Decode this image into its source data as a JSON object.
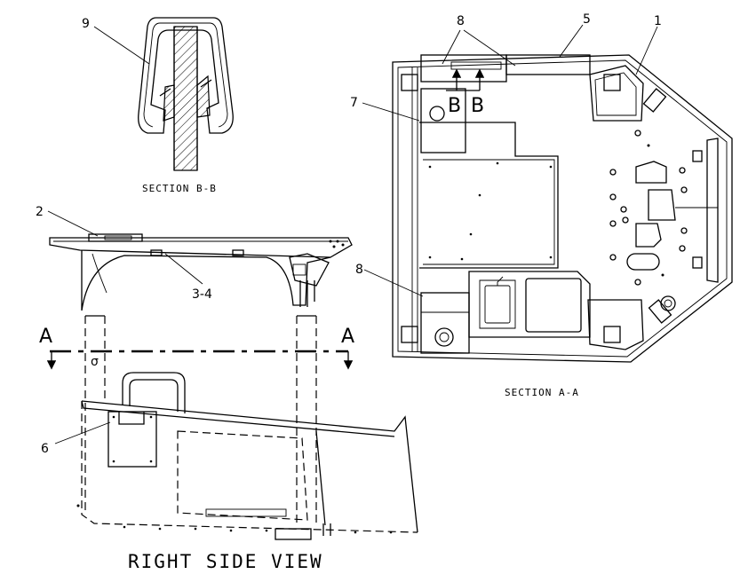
{
  "labels": {
    "callout_9": "9",
    "callout_8_top": "8",
    "callout_5": "5",
    "callout_1": "1",
    "callout_7": "7",
    "callout_2": "2",
    "callout_3_4": "3-4",
    "callout_8_bottom": "8",
    "callout_6": "6",
    "section_marker_b_left": "B",
    "section_marker_b_right": "B",
    "section_marker_a_left": "A",
    "section_marker_a_right": "A"
  },
  "captions": {
    "section_b_b": "SECTION B-B",
    "section_a_a": "SECTION A-A",
    "right_side_view": "RIGHT SIDE VIEW"
  }
}
